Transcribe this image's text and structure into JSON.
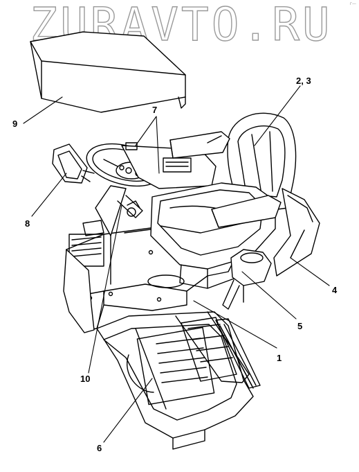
{
  "watermark": "ZURAVTO.RU",
  "corner_mark": "г—",
  "callouts": {
    "c1": "1",
    "c23": "2, 3",
    "c4": "4",
    "c5": "5",
    "c6": "6",
    "c7": "7",
    "c8": "8",
    "c9": "9",
    "c10": "10"
  }
}
